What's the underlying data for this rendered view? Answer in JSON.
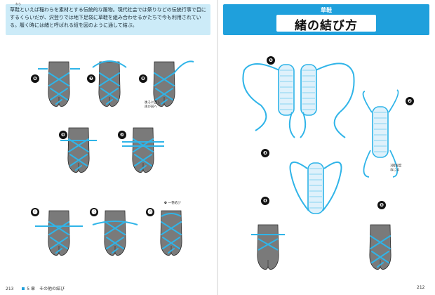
{
  "intro": {
    "furigana": "わら",
    "text": "草鞋といえば稲わらを素材とする伝統的な履物。現代社会では祭りなどの伝統行事で目にするくらいだが、沢登りでは地下足袋に草鞋を組み合わせるかたちで今も利用されている。履く時には緒と呼ばれる紐を図のように通して結ぶ。"
  },
  "title": {
    "sub": "草鞋",
    "main": "緒の結び方"
  },
  "steps": [
    {
      "label": "❶"
    },
    {
      "label": "❷"
    },
    {
      "label": "❸"
    },
    {
      "label": "❹"
    },
    {
      "label": "❺"
    },
    {
      "label": "❻"
    },
    {
      "label": "❼"
    },
    {
      "label": "❽"
    },
    {
      "label": "❾"
    },
    {
      "label": "❿"
    },
    {
      "label": "⓫"
    },
    {
      "label": "⓬"
    },
    {
      "label": "⓭"
    }
  ],
  "notes": {
    "n8": "後ろに回し\n再び前へ",
    "n2": "3回程度\nねじる",
    "n13": "❹ 一巻結び"
  },
  "footer": {
    "left_page": "213",
    "left_chapter": "5 章　その他の結び",
    "right_page": "212"
  },
  "colors": {
    "accent": "#1fa0dc",
    "rope": "#2fb4e8",
    "foot": "#7a7a7a",
    "intro_bg": "#ccebf8"
  }
}
